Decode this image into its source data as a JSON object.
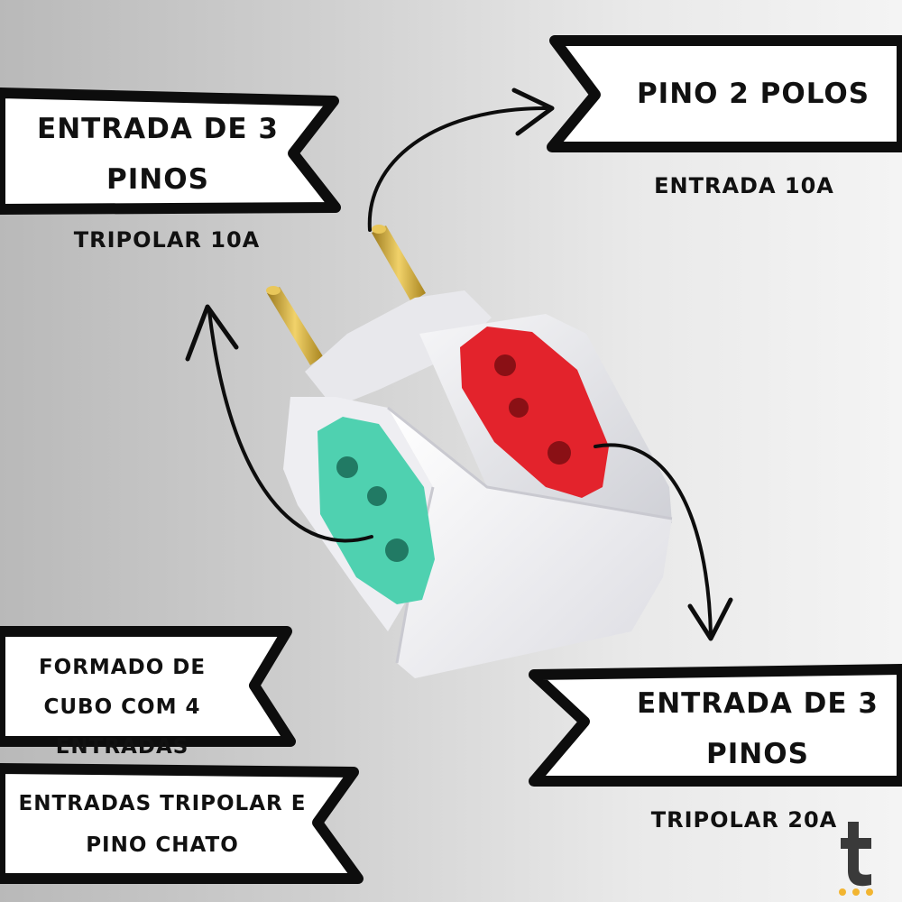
{
  "labels": {
    "top_left_banner": "ENTRADA DE 3 PINOS",
    "top_left_sub": "TRIPOLAR 10A",
    "top_right_banner": "PINO 2 POLOS",
    "top_right_sub": "ENTRADA 10A",
    "bottom_right_banner": "ENTRADA DE 3 PINOS",
    "bottom_right_sub": "TRIPOLAR 20A",
    "bottom_left_banner_1": "FORMADO DE CUBO COM 4 ENTRADAS",
    "bottom_left_banner_2": "ENTRADAS TRIPOLAR E PINO CHATO"
  },
  "colors": {
    "socket_red": "#e3232c",
    "socket_teal": "#4fd1b0",
    "body_white": "#f2f2f4",
    "pin_brass": "#d6ad3a",
    "banner_black": "#0d0d0d"
  },
  "logo": {
    "icon": "t-logo-icon"
  }
}
